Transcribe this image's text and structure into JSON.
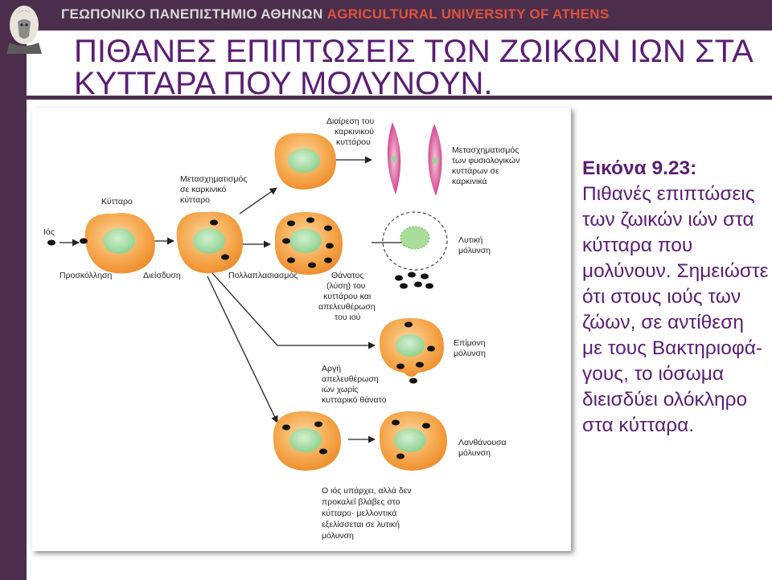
{
  "header": {
    "university_gr": "ΓΕΩΠΟΝΙΚΟ ΠΑΝΕΠΙΣΤΗΜΙΟ ΑΘΗΝΩΝ",
    "university_en": "AGRICULTURAL UNIVERSITY OF ATHENS"
  },
  "title": "ΠΙΘΑΝΕΣ ΕΠΙΠΤΩΣΕΙΣ ΤΩΝ ΖΩΙΚΩΝ ΙΩΝ ΣΤΑ ΚΥΤΤΑΡΑ ΠΟΥ ΜΟΛΥΝΟΥΝ.",
  "diagram": {
    "labels": {
      "virus": "Ιός",
      "cell": "Κύτταρο",
      "attachment": "Προσκόλληση",
      "penetration": "Διείσδυση",
      "transformation_1": "Μετασχηματισμός",
      "transformation_2": "σε καρκινικό",
      "transformation_3": "κύτταρο",
      "division_1": "Διαίρεση του",
      "division_2": "καρκινικού",
      "division_3": "κυττάρου",
      "normal_transform_1": "Μετασχηματισμός",
      "normal_transform_2": "των φυσιολογικών",
      "normal_transform_3": "κυττάρων σε",
      "normal_transform_4": "καρκινικά",
      "multiplication": "Πολλαπλασιασμός",
      "lytic_1": "Λυτική",
      "lytic_2": "μόλυνση",
      "death_1": "Θάνατος",
      "death_2": "(λύση) του",
      "death_3": "κυττάρου και",
      "death_4": "απελευθέρωση",
      "death_5": "του ιού",
      "persistent_1": "Επίμονη",
      "persistent_2": "μόλυνση",
      "slow_1": "Αργή",
      "slow_2": "απελευθέρωση",
      "slow_3": "ιών χωρίς",
      "slow_4": "κυτταρικό θάνατο",
      "latent_1": "Λανθάνουσα",
      "latent_2": "μόλυνση",
      "latent_desc_1": "Ο ιός υπάρχει, αλλά δεν",
      "latent_desc_2": "προκαλεί βλάβες στο",
      "latent_desc_3": "κύτταρο· μελλοντικά",
      "latent_desc_4": "εξελίσσεται σε λυτική",
      "latent_desc_5": "μόλυνση"
    }
  },
  "caption": {
    "heading": "Εικόνα 9.23:",
    "body": "Πιθανές επιπτώσεις των ζωικών ιών στα κύτταρα που μολύνουν. Σημειώστε ότι στους ιούς των ζώων, σε αντίθεση με τους Βακτηριοφά-γους, το ιόσωμα διεισδύει ολόκληρο στα κύτταρα."
  },
  "colors": {
    "frame": "#4b2e4c",
    "title": "#5a1e73",
    "header_en": "#e0533c",
    "cell": "#f5a54a",
    "nucleus": "#a6dca8",
    "virus": "#111111",
    "spindle": "#d0408a"
  }
}
